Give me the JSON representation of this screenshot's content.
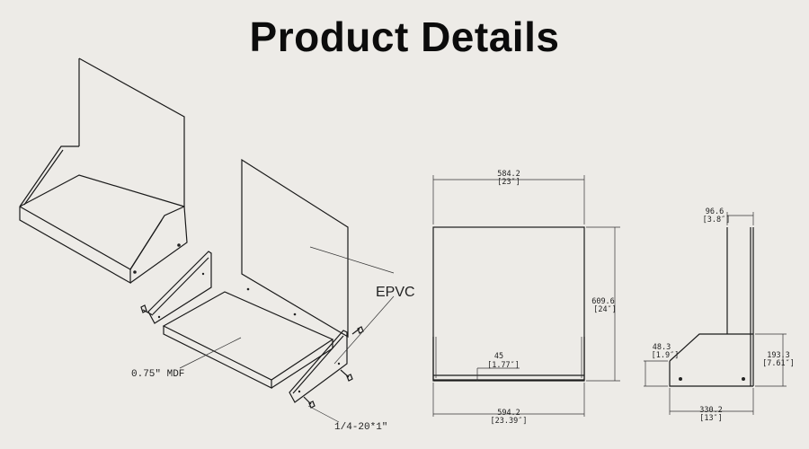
{
  "title": "Product Details",
  "callouts": {
    "panel": "EPVC",
    "shelf": "0.75″ MDF",
    "screw": "1/4-20*1″"
  },
  "front_view": {
    "top_width": {
      "mm": "584.2",
      "in": "[23″]"
    },
    "height": {
      "mm": "609.6",
      "in": "[24″]"
    },
    "lip_height": {
      "mm": "45",
      "in": "[1.77″]"
    },
    "bottom_width": {
      "mm": "594.2",
      "in": "[23.39″]"
    }
  },
  "side_view": {
    "top_depth": {
      "mm": "96.6",
      "in": "[3.8″]"
    },
    "front_height": {
      "mm": "48.3",
      "in": "[1.9″]"
    },
    "bracket_height": {
      "mm": "193.3",
      "in": "[7.61″]"
    },
    "base_depth": {
      "mm": "330.2",
      "in": "[13″]"
    }
  }
}
